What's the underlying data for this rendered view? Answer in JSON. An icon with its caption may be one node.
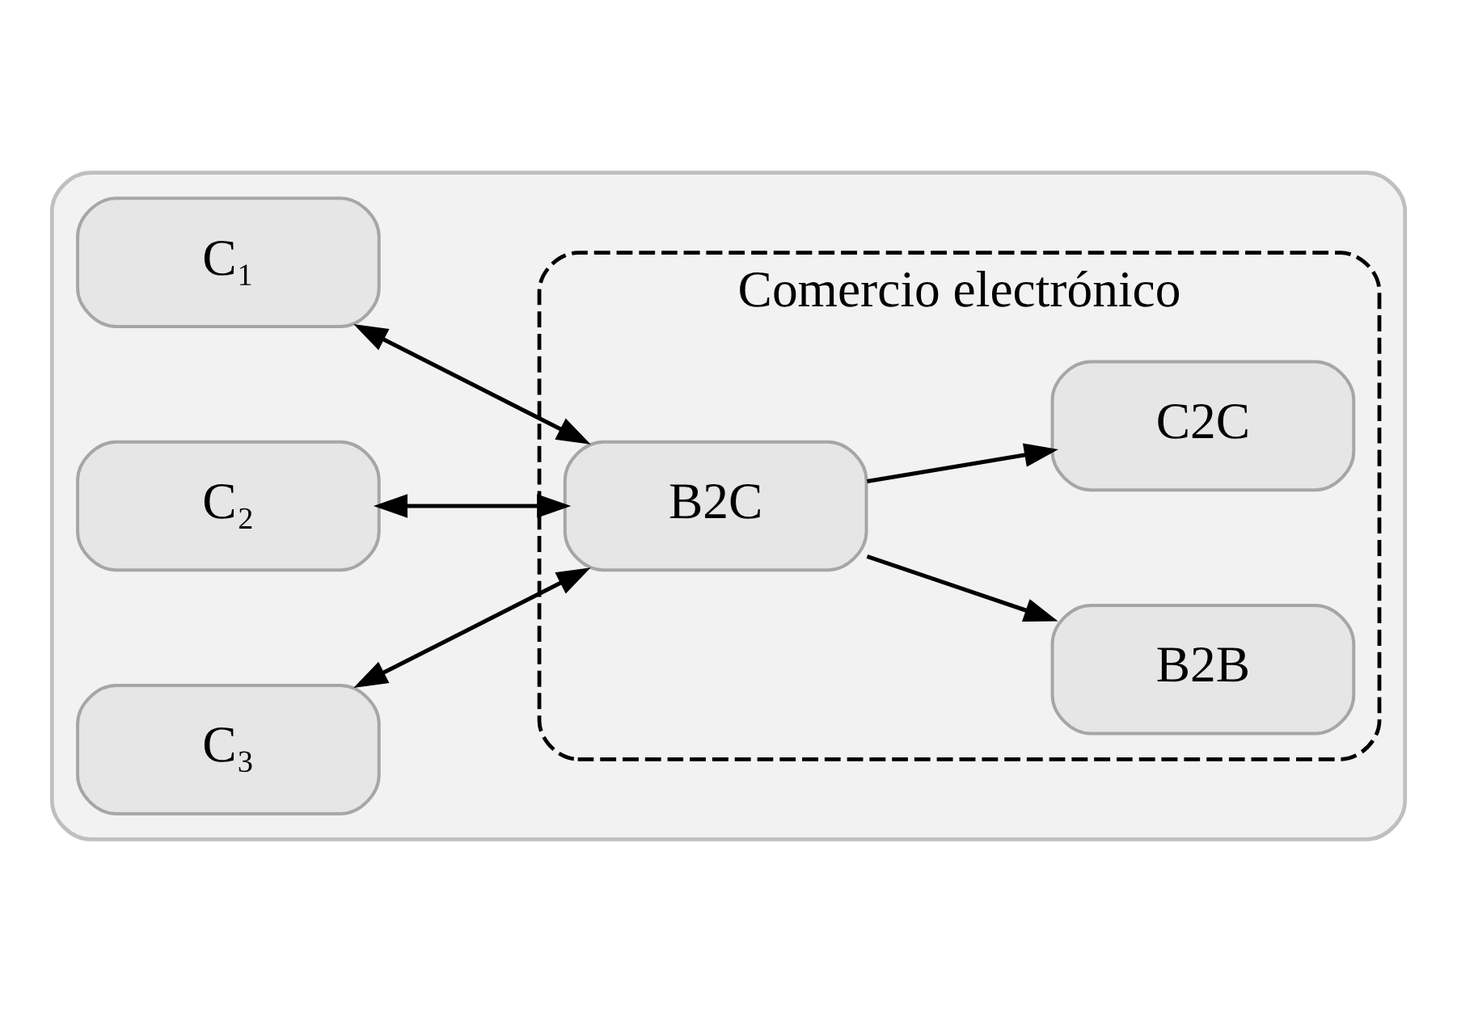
{
  "diagram": {
    "nodes": [
      {
        "text": [],
        "shape": "box"
      },
      {
        "text": [
          "Comercio electrónico"
        ],
        "in": 0
      },
      {
        "text": [
          "C₁"
        ],
        "in": 0
      },
      {
        "text": [
          "B2C"
        ],
        "in": 1
      },
      {
        "text": [
          "B2B"
        ],
        "in": 1
      },
      {
        "text": [
          "C₂"
        ],
        "in": 0
      },
      {
        "text": [
          "C2C"
        ],
        "in": 1
      },
      {
        "text": [
          "C₃"
        ],
        "in": 0
      }
    ],
    "edges": [
      {
        "from": 2,
        "to": 3,
        "arrow": "both"
      },
      {
        "from": 3,
        "to": 4,
        "arrow": "to"
      },
      {
        "from": 5,
        "to": 3,
        "arrow": "both"
      },
      {
        "from": 3,
        "to": 6,
        "arrow": "to"
      },
      {
        "from": 7,
        "to": 3,
        "arrow": "both"
      }
    ]
  }
}
